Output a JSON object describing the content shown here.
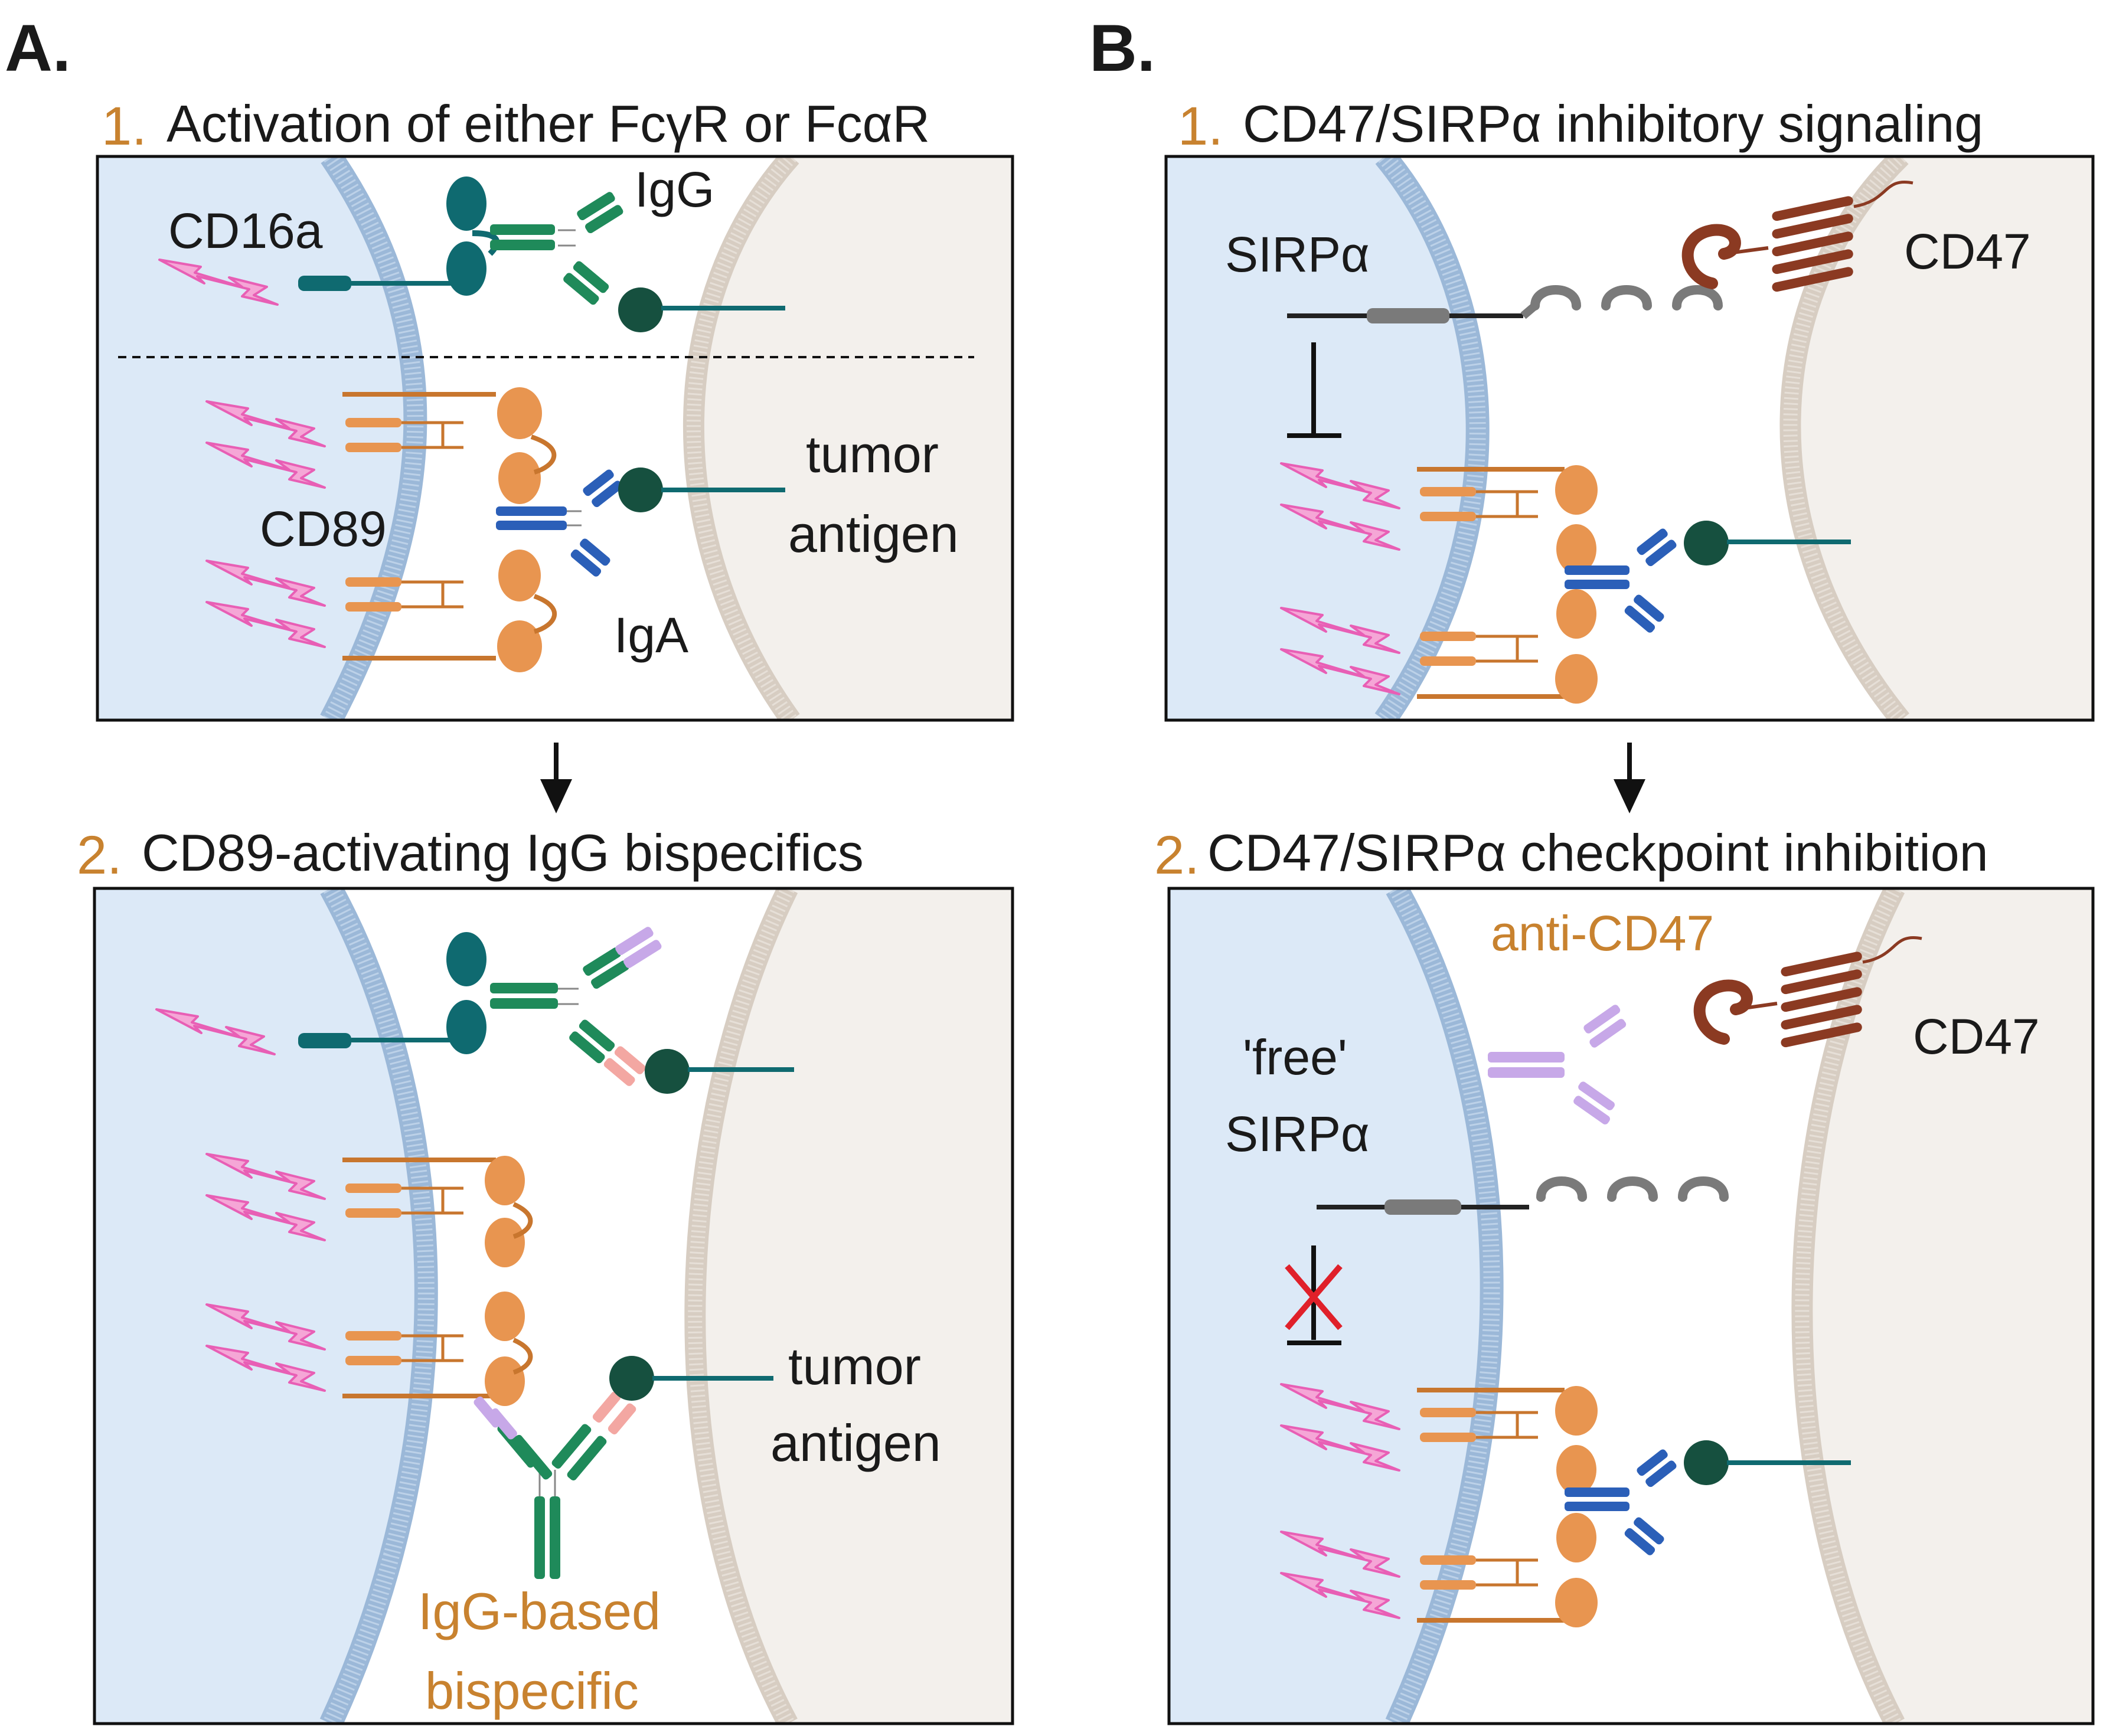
{
  "panel_a": {
    "letter": "A.",
    "step1": {
      "number": "1.",
      "title": "Activation of either FcγR or FcαR"
    },
    "step2": {
      "number": "2.",
      "title": "CD89-activating IgG bispecifics"
    },
    "labels": {
      "cd16a": "CD16a",
      "igg": "IgG",
      "cd89": "CD89",
      "iga": "IgA",
      "tumor1": "tumor",
      "antigen1": "antigen",
      "tumor2": "tumor",
      "antigen2": "antigen",
      "bispecific1": "IgG-based",
      "bispecific2": "bispecific"
    }
  },
  "panel_b": {
    "letter": "B.",
    "step1": {
      "number": "1.",
      "title": "CD47/SIRPα inhibitory signaling"
    },
    "step2": {
      "number": "2.",
      "title": "CD47/SIRPα checkpoint inhibition"
    },
    "labels": {
      "sirpa": "SIRPα",
      "cd47a": "CD47",
      "anti_cd47": "anti-CD47",
      "free": "'free'",
      "sirpa2": "SIRPα",
      "cd47b": "CD47"
    }
  },
  "colors": {
    "immune_cell": "#dce9f7",
    "tumor_cell": "#f3f0ec",
    "membrane_blue": "#9bb8d8",
    "membrane_tan": "#d7cdc2",
    "orange": "#e89550",
    "orange_dark": "#c8762e",
    "teal": "#0f6a70",
    "green": "#1f8a5a",
    "dark_green": "#16503f",
    "blue": "#2b5fb8",
    "pink": "#e85fb5",
    "lilac": "#c7a8e8",
    "salmon": "#f3a7a2",
    "gray": "#7a7a7a",
    "brown": "#8b3a22",
    "red": "#e0202a"
  }
}
